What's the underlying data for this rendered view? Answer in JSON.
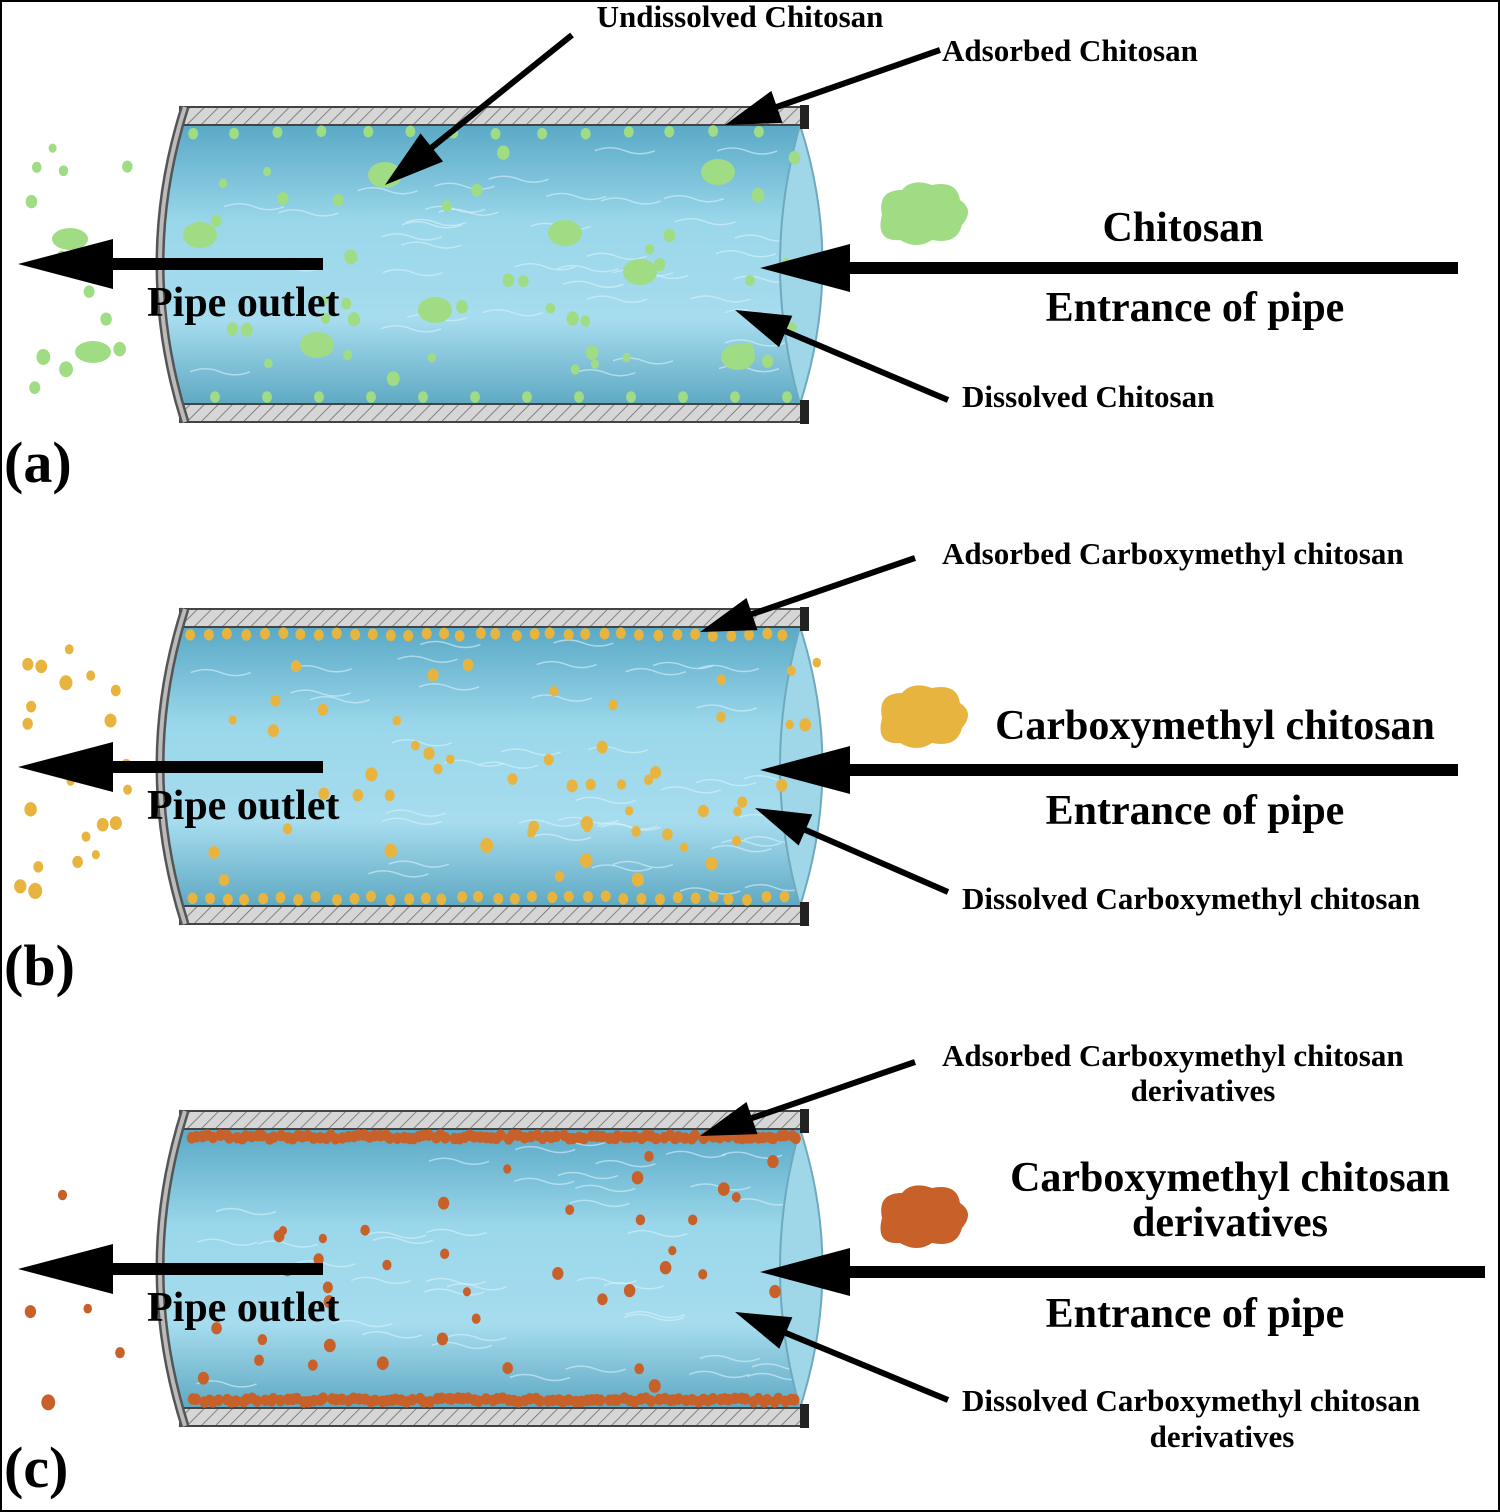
{
  "colors": {
    "chitosan": "#9fdc84",
    "carboxymethyl": "#e8b440",
    "derivatives": "#c8602a",
    "water": "#8fd0e6",
    "wall": "#d4d4d4"
  },
  "panels": [
    {
      "id": "a",
      "tag": "(a)",
      "substance": [
        "Chitosan"
      ],
      "entrance": "Entrance of pipe",
      "outlet": "Pipe outlet",
      "undissolved": "Undissolved Chitosan",
      "adsorbed": [
        "Adsorbed Chitosan"
      ],
      "dissolved": [
        "Dissolved  Chitosan"
      ]
    },
    {
      "id": "b",
      "tag": "(b)",
      "substance": [
        "Carboxymethyl chitosan"
      ],
      "entrance": "Entrance of pipe",
      "outlet": "Pipe outlet",
      "adsorbed": [
        "Adsorbed Carboxymethyl chitosan"
      ],
      "dissolved": [
        "Dissolved  Carboxymethyl chitosan"
      ]
    },
    {
      "id": "c",
      "tag": "(c)",
      "substance": [
        "Carboxymethyl chitosan",
        "derivatives"
      ],
      "entrance": "Entrance of pipe",
      "outlet": "Pipe outlet",
      "adsorbed": [
        "Adsorbed Carboxymethyl chitosan",
        "derivatives"
      ],
      "dissolved": [
        "Dissolved  Carboxymethyl chitosan",
        "derivatives"
      ]
    }
  ]
}
